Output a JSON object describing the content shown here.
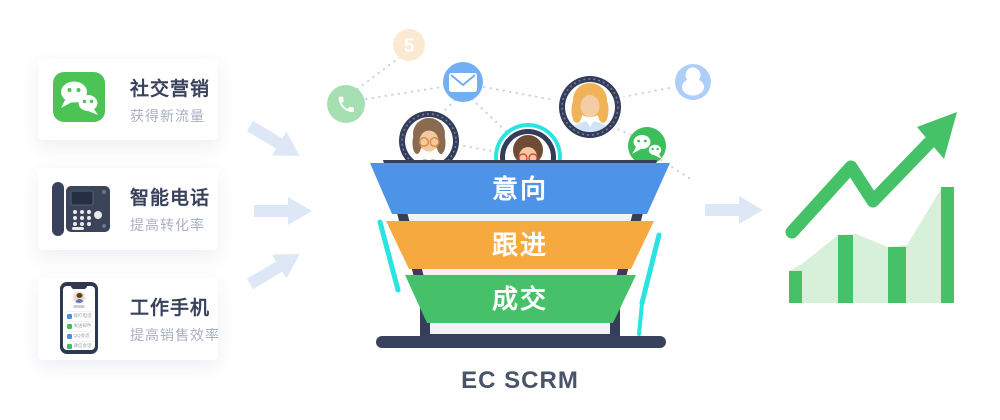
{
  "channels": [
    {
      "title": "社交营销",
      "subtitle": "获得新流量",
      "icon": "wechat-icon"
    },
    {
      "title": "智能电话",
      "subtitle": "提高转化率",
      "icon": "desk-phone-icon"
    },
    {
      "title": "工作手机",
      "subtitle": "提高销售效率",
      "icon": "work-phone-icon",
      "phone_screen_items": [
        "拨打电话",
        "发送邮件",
        "QQ会话",
        "微信会话"
      ]
    }
  ],
  "funnel": {
    "caption": "EC SCRM",
    "stages": [
      {
        "label": "意向",
        "color": "#4D94E8"
      },
      {
        "label": "跟进",
        "color": "#F6A93F"
      },
      {
        "label": "成交",
        "color": "#47C169"
      }
    ]
  },
  "network": {
    "badge_label": "5",
    "line_color": "#C7D4EA",
    "icons": [
      "app-5-icon",
      "phone-call-icon",
      "mail-icon",
      "qq-icon",
      "wechat-icon"
    ]
  },
  "colors": {
    "frame_navy": "#353E5A",
    "base_navy": "#39425C",
    "screen_light": "#F1F3F8",
    "glow_cyan": "#29E4E0",
    "arrow_light": "#DEE7F6",
    "growth_green": "#45C268",
    "growth_area": "#D7F0DA",
    "wechat_green": "#4BC455",
    "qq_blue": "#AECDF9",
    "mail_blue": "#73AEF3",
    "phone_green": "#A6DFB1",
    "badge_cream": "#FAEAD2",
    "caption_text": "#4A5468"
  }
}
